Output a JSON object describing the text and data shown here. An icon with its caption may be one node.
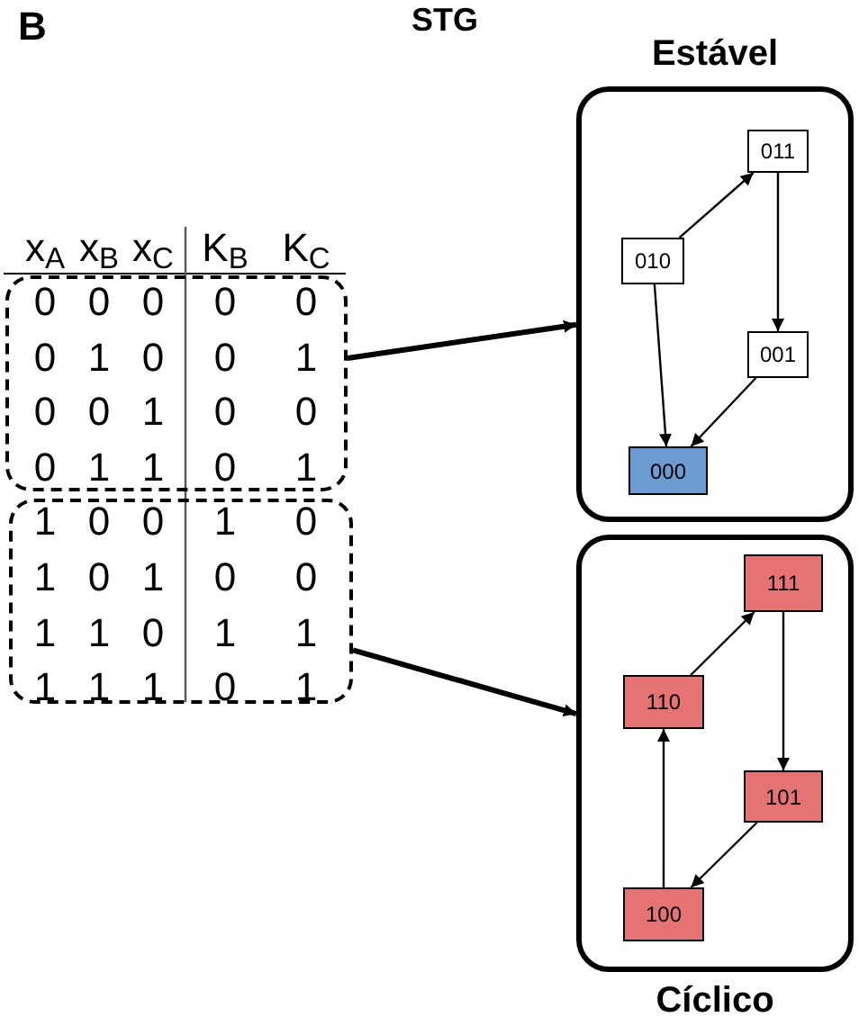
{
  "diagram": {
    "title": "STG",
    "nodes": [
      {
        "text": [],
        "shape": "box"
      },
      {
        "text": [],
        "shape": "box"
      },
      {
        "text": [
          "Estável"
        ]
      },
      {
        "text": [
          "011"
        ],
        "in": 2
      },
      {
        "text": [
          "010"
        ],
        "in": 2
      },
      {
        "text": [
          "001"
        ],
        "in": 2
      },
      {
        "text": [
          "000"
        ],
        "in": 2
      },
      {
        "text": [
          "Cíclico"
        ]
      },
      {
        "text": [
          "111"
        ],
        "in": 7
      },
      {
        "text": [
          "110"
        ],
        "in": 7
      },
      {
        "text": [
          "101"
        ],
        "in": 7
      },
      {
        "text": [
          "100"
        ],
        "in": 7
      }
    ],
    "edges": [
      {
        "from": 0,
        "to": 2,
        "arrow": "to",
        "style": "thick"
      },
      {
        "from": 1,
        "to": 7,
        "arrow": "to",
        "style": "thick"
      },
      {
        "from": 4,
        "to": 3,
        "arrow": "to"
      },
      {
        "from": 3,
        "to": 5,
        "arrow": "to"
      },
      {
        "from": 5,
        "to": 6,
        "arrow": "to"
      },
      {
        "from": 4,
        "to": 6,
        "arrow": "to"
      },
      {
        "from": 9,
        "to": 8,
        "arrow": "to"
      },
      {
        "from": 8,
        "to": 10,
        "arrow": "to"
      },
      {
        "from": 10,
        "to": 11,
        "arrow": "to"
      },
      {
        "from": 11,
        "to": 9,
        "arrow": "to"
      }
    ],
    "labels": [
      "B",
      "x$_{A}$",
      "x$_{B}$",
      "x$_{C}$",
      "K$_{B}$",
      "K$_{C}$",
      "0",
      "0",
      "0",
      "0",
      "0",
      "0",
      "1",
      "0",
      "0",
      "1",
      "0",
      "0",
      "1",
      "0",
      "0",
      "0",
      "1",
      "1",
      "0",
      "1",
      "1",
      "0",
      "0",
      "1",
      "0",
      "1",
      "0",
      "1",
      "0",
      "0",
      "1",
      "1",
      "0",
      "1",
      "1",
      "1",
      "1",
      "1",
      "0",
      "1"
    ]
  }
}
